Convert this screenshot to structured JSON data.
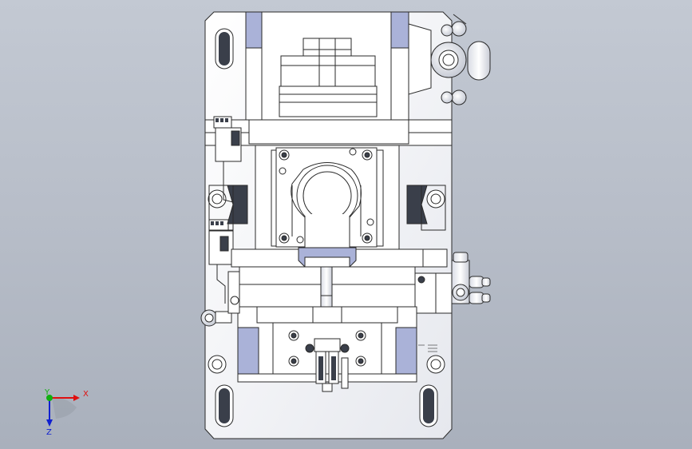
{
  "axes": {
    "x_label": "X",
    "y_label": "Y",
    "z_label": "Z",
    "x_color": "#e01010",
    "y_color": "#10b010",
    "z_color": "#1020d0"
  },
  "colors": {
    "background_top": "#c3c9d3",
    "background_bottom": "#a9b0bc",
    "part_fill": "#ffffff",
    "part_stroke": "#2a2a2a",
    "accent_blue": "#aab2d8",
    "shade_dark": "#3a3f4a"
  }
}
